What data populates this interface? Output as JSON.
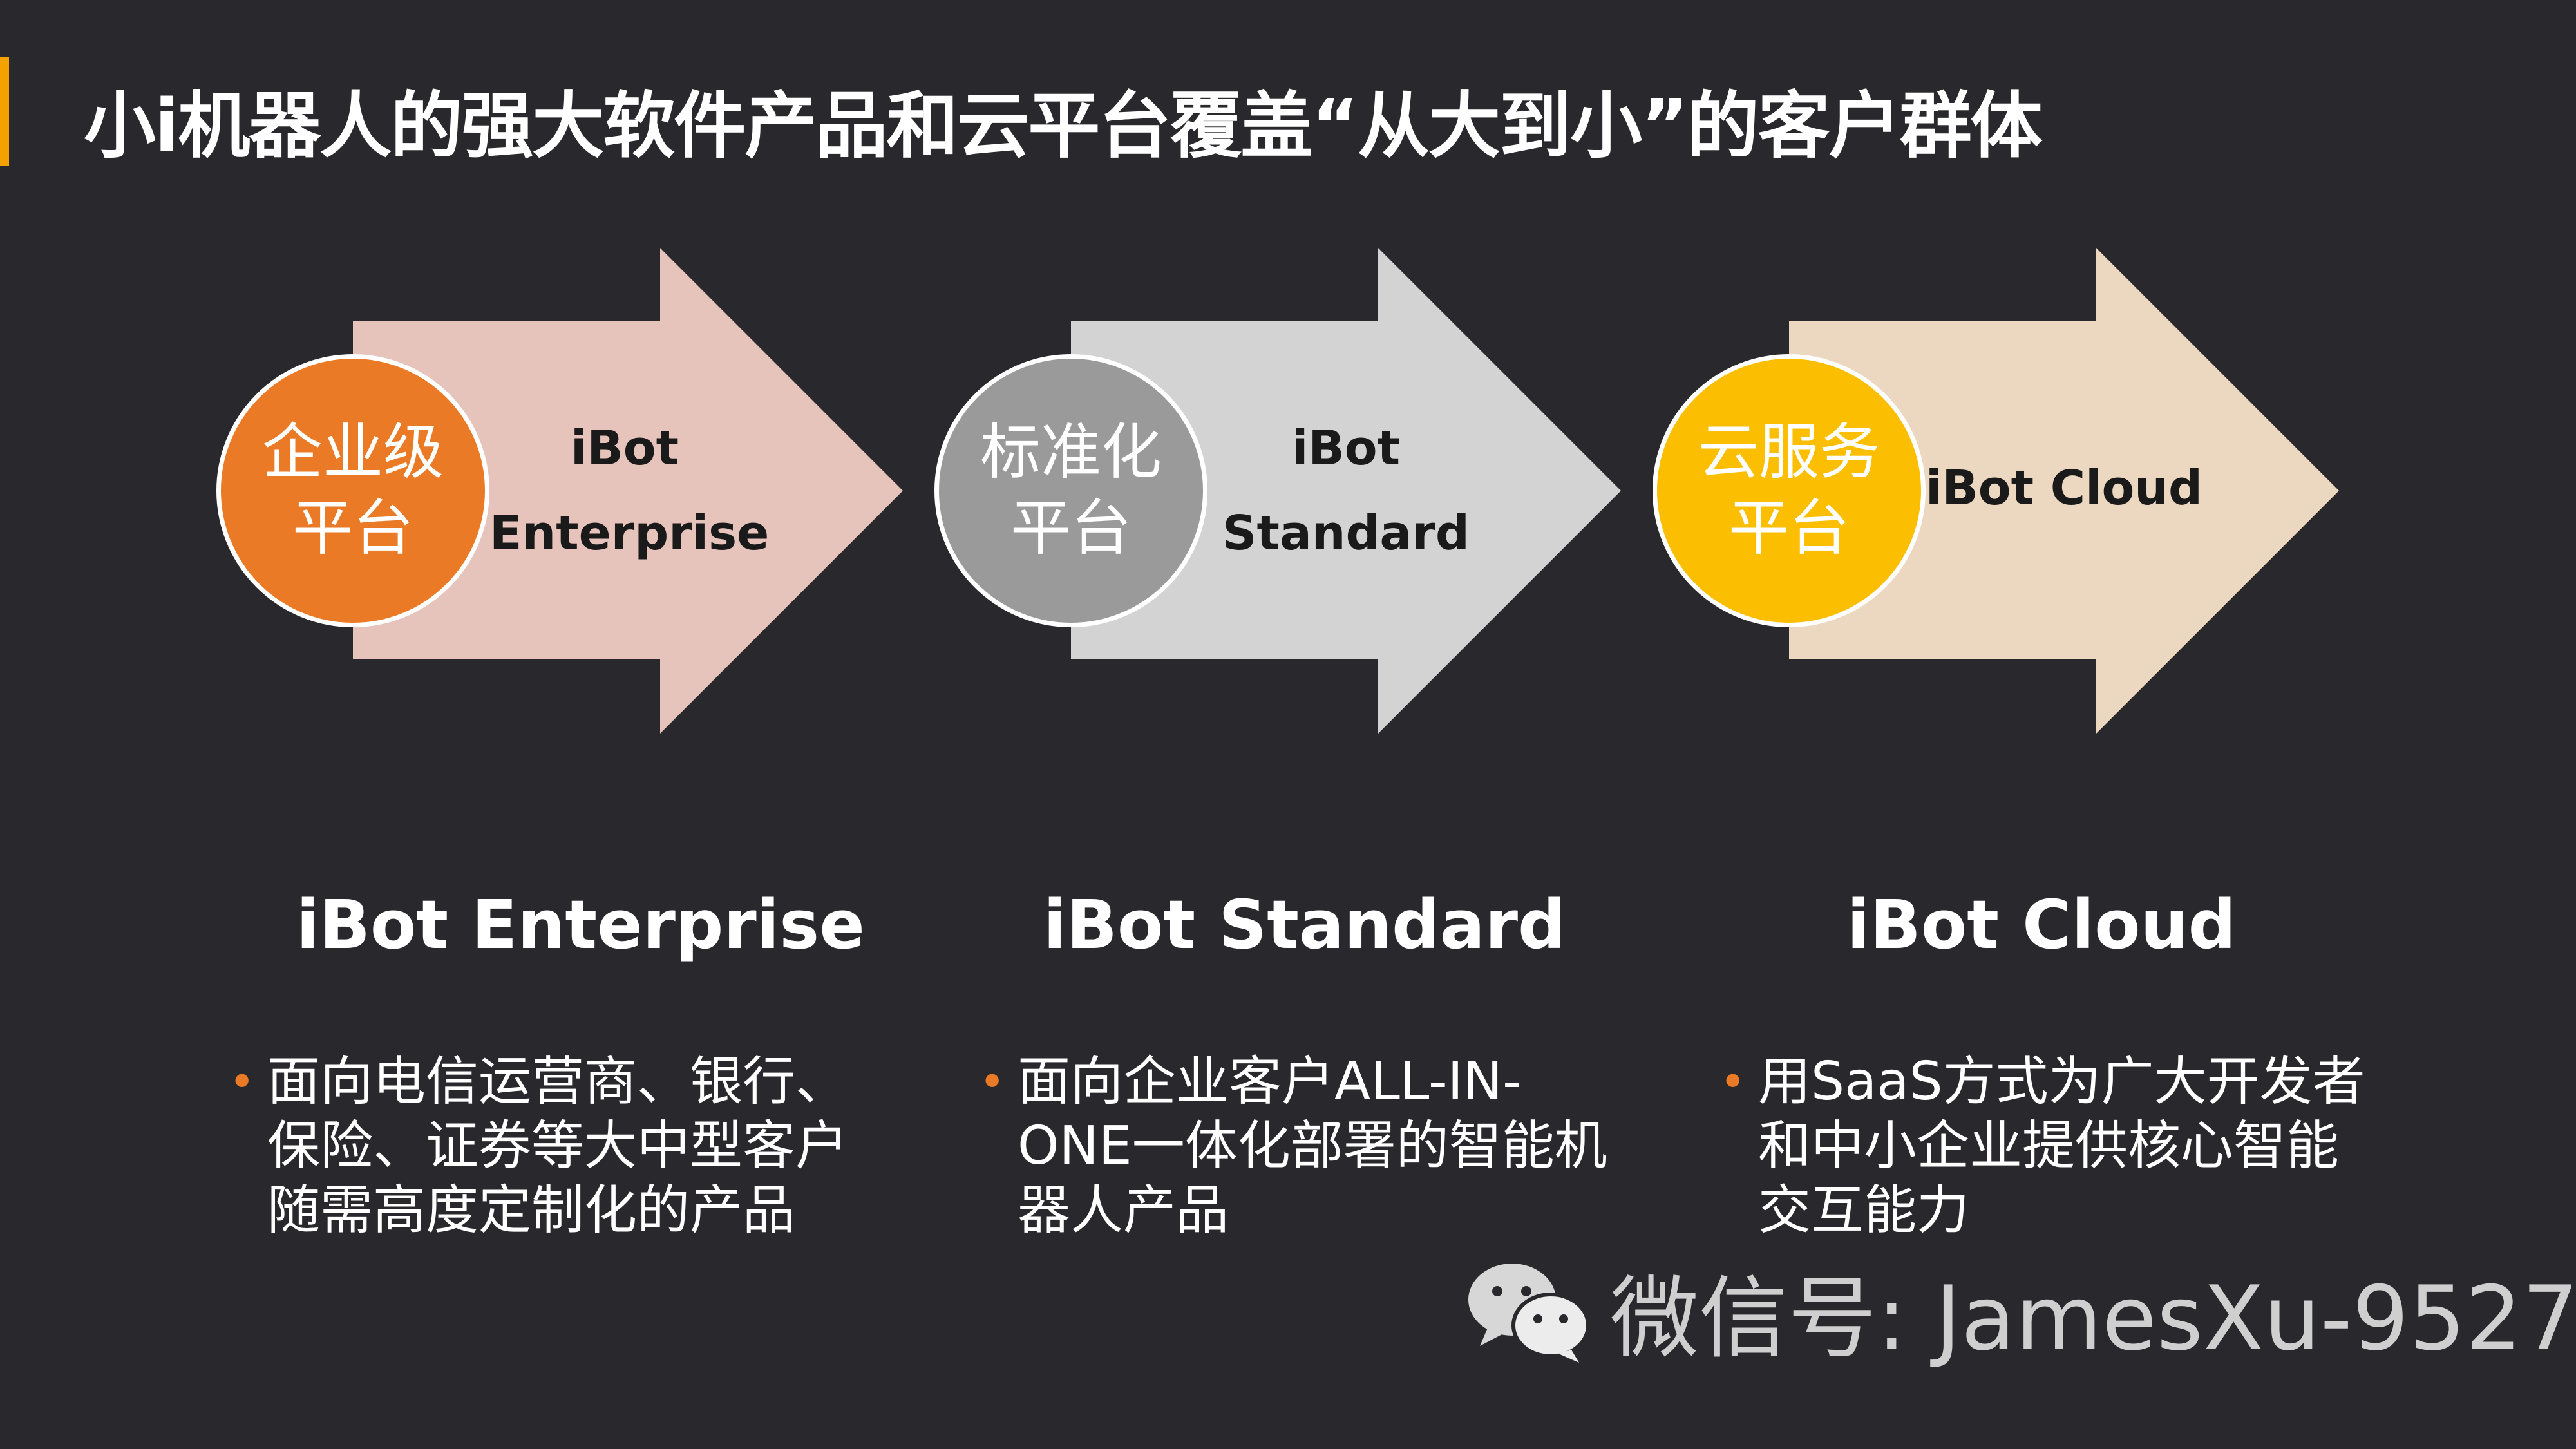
{
  "slide": {
    "title": "小i机器人的强大软件产品和云平台覆盖“从大到小”的客户群体"
  },
  "cards": [
    {
      "circle_line1": "企业级",
      "circle_line2": "平台",
      "arrow_line1": "iBot",
      "arrow_line2": "Enterprise",
      "product_name": "iBot Enterprise",
      "bullet": "•",
      "desc_line1": "面向电信运营商、银行、",
      "desc_line2": "保险、证券等大中型客户",
      "desc_line3": "随需高度定制化的产品",
      "circle_color": "#ea7a25",
      "arrow_color": "#e6c3bb"
    },
    {
      "circle_line1": "标准化",
      "circle_line2": "平台",
      "arrow_line1": "iBot",
      "arrow_line2": "Standard",
      "product_name": "iBot Standard",
      "bullet": "•",
      "desc_line1": "面向企业客户ALL-IN-",
      "desc_line2": "ONE一体化部署的智能机",
      "desc_line3": "器人产品",
      "circle_color": "#9a9a9a",
      "arrow_color": "#d3d3d3"
    },
    {
      "circle_line1": "云服务",
      "circle_line2": "平台",
      "arrow_line1": "iBot Cloud",
      "arrow_line2": "",
      "product_name": "iBot Cloud",
      "bullet": "•",
      "desc_line1": "用SaaS方式为广大开发者",
      "desc_line2": "和中小企业提供核心智能",
      "desc_line3": "交互能力",
      "circle_color": "#fbbe00",
      "arrow_color": "#ecd8c0"
    }
  ],
  "watermark": {
    "text": "微信号: JamesXu-9527",
    "icon": "wechat-icon"
  }
}
